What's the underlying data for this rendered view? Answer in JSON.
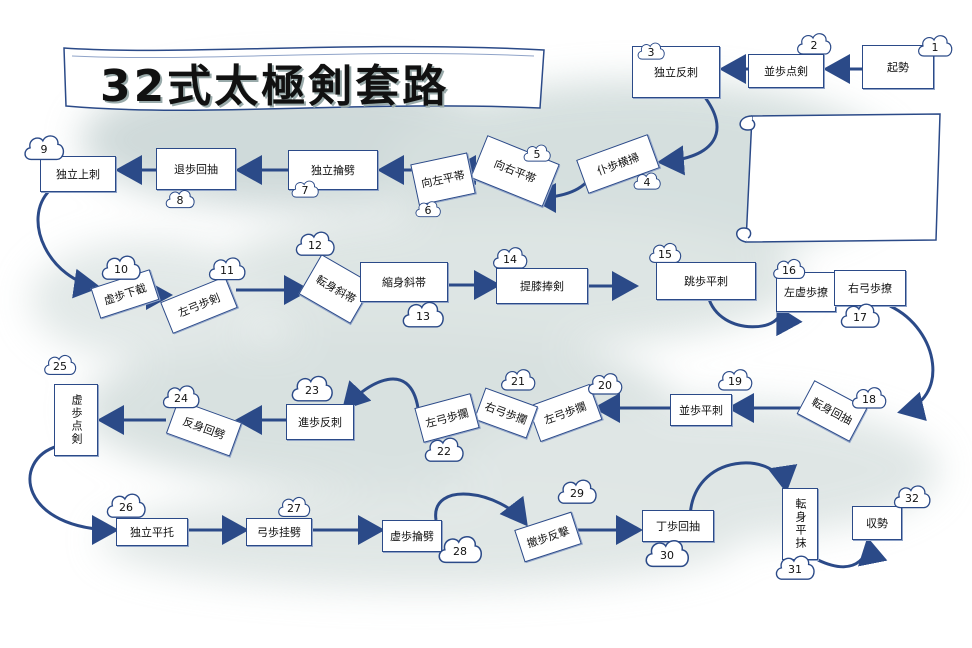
{
  "title": "32式太極剣套路",
  "steps": [
    {
      "n": "1",
      "label": "起勢"
    },
    {
      "n": "2",
      "label": "並歩点剣"
    },
    {
      "n": "3",
      "label": "独立反刺"
    },
    {
      "n": "4",
      "label": "仆歩横掃"
    },
    {
      "n": "5",
      "label": "向右平帯"
    },
    {
      "n": "6",
      "label": "向左平帯"
    },
    {
      "n": "7",
      "label": "独立掄劈"
    },
    {
      "n": "8",
      "label": "退歩回抽"
    },
    {
      "n": "9",
      "label": "独立上刺"
    },
    {
      "n": "10",
      "label": "虚歩下截"
    },
    {
      "n": "11",
      "label": "左弓歩剣"
    },
    {
      "n": "12",
      "label": "転身斜帯"
    },
    {
      "n": "13",
      "label": "縮身斜帯"
    },
    {
      "n": "14",
      "label": "提膝捧剣"
    },
    {
      "n": "15",
      "label": "跳歩平刺"
    },
    {
      "n": "16",
      "label": "左虚歩撩"
    },
    {
      "n": "17",
      "label": "右弓歩撩"
    },
    {
      "n": "18",
      "label": "転身回抽"
    },
    {
      "n": "19",
      "label": "並歩平刺"
    },
    {
      "n": "20",
      "label": "左弓歩攔"
    },
    {
      "n": "21",
      "label": "右弓歩攔"
    },
    {
      "n": "22",
      "label": "左弓歩攔"
    },
    {
      "n": "23",
      "label": "進歩反刺"
    },
    {
      "n": "24",
      "label": "反身回劈"
    },
    {
      "n": "25",
      "label": "虚歩点剣"
    },
    {
      "n": "26",
      "label": "独立平托"
    },
    {
      "n": "27",
      "label": "弓歩挂劈"
    },
    {
      "n": "28",
      "label": "虚歩掄劈"
    },
    {
      "n": "29",
      "label": "撤歩反撃"
    },
    {
      "n": "30",
      "label": "丁歩回抽"
    },
    {
      "n": "31",
      "label": "転身平抹"
    },
    {
      "n": "32",
      "label": "収勢"
    }
  ],
  "colors": {
    "border": "#2b4a88",
    "wash": "#b9c8c8",
    "arrow": "#2b4a88"
  }
}
